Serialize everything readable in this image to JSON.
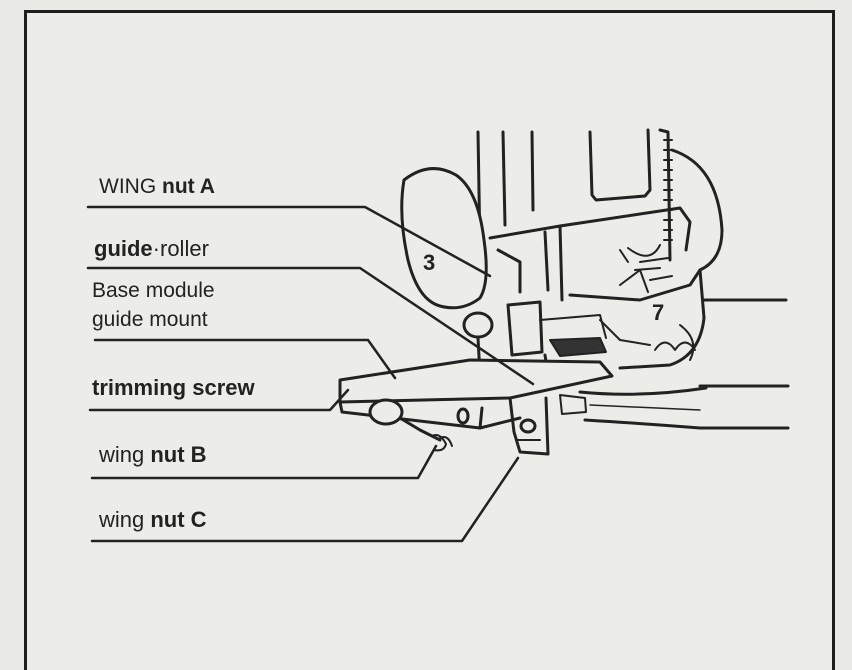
{
  "labels": {
    "wing_nut_a": {
      "p1": "WING ",
      "p2": "nut A"
    },
    "guide_roller": {
      "p1": "guide",
      "p2": "·roller"
    },
    "base_module_line1": "Base module",
    "base_module_line2": "guide mount",
    "trimming_screw": "trimming screw",
    "wing_nut_b": {
      "p1": "wing ",
      "p2": "nut B"
    },
    "wing_nut_c": {
      "p1": "wing ",
      "p2": "nut C"
    }
  },
  "device_marks": {
    "knob_number": "3",
    "housing_number": "7"
  },
  "colors": {
    "ink": "#222222",
    "paper": "#ecece8"
  }
}
